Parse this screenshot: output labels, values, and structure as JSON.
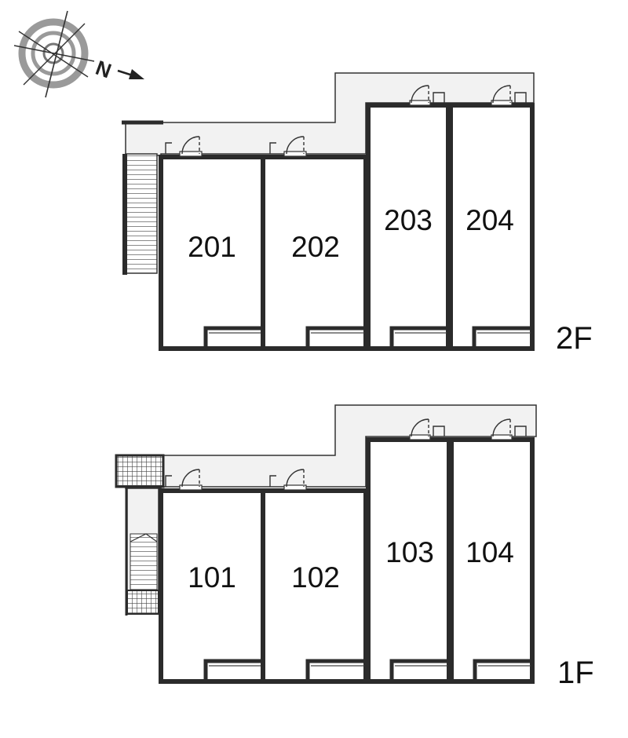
{
  "compass": {
    "north_label": "N",
    "icon": "compass-rose-icon"
  },
  "colors": {
    "wall": "#2b2b2b",
    "corridor": "#f2f2f2",
    "line": "#333333"
  },
  "floors": [
    {
      "id": "2F",
      "label": "2F",
      "units": [
        "201",
        "202",
        "203",
        "204"
      ]
    },
    {
      "id": "1F",
      "label": "1F",
      "units": [
        "101",
        "102",
        "103",
        "104"
      ]
    }
  ]
}
